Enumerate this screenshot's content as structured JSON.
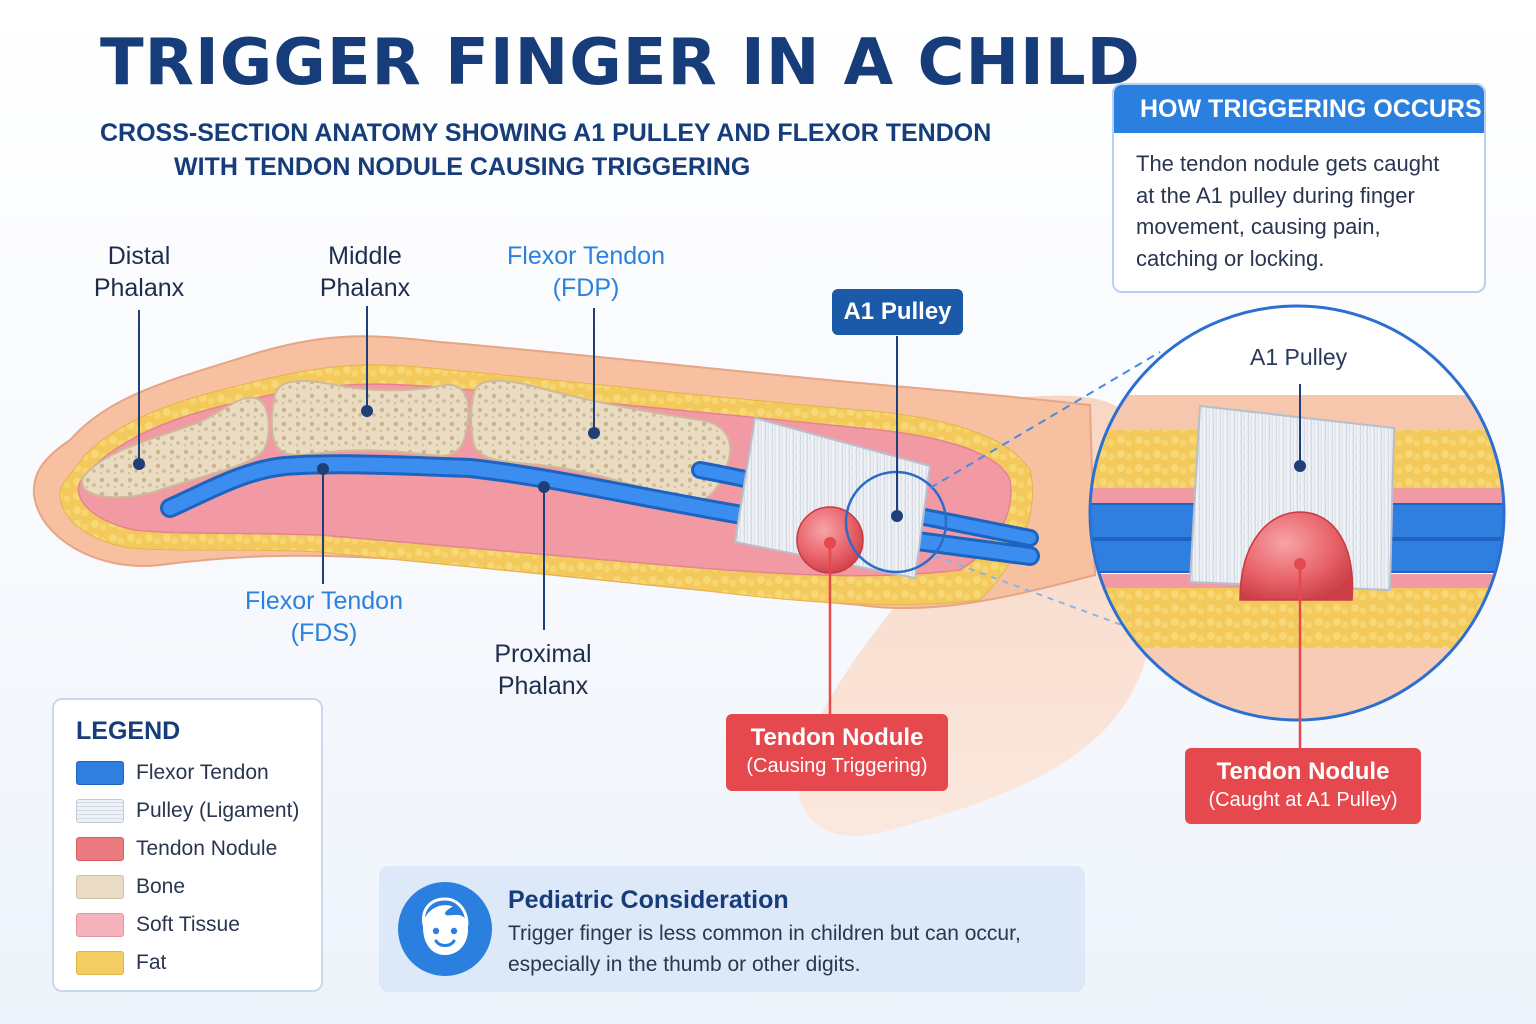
{
  "title": "TRIGGER FINGER IN A CHILD",
  "subtitle": {
    "line1": "CROSS-SECTION ANATOMY SHOWING A1 PULLEY AND FLEXOR TENDON",
    "line2": "WITH TENDON NODULE CAUSING TRIGGERING"
  },
  "labels": {
    "distal_phalanx": [
      "Distal",
      "Phalanx"
    ],
    "middle_phalanx": [
      "Middle",
      "Phalanx"
    ],
    "proximal_phalanx": [
      "Proximal",
      "Phalanx"
    ],
    "fdp": [
      "Flexor Tendon",
      "(FDP)"
    ],
    "fds": [
      "Flexor Tendon",
      "(FDS)"
    ],
    "a1_pulley": "A1 Pulley",
    "nodule": {
      "title": "Tendon Nodule",
      "sub": "(Causing Triggering)"
    },
    "zoom_a1": "A1 Pulley",
    "zoom_nodule": {
      "title": "Tendon Nodule",
      "sub": "(Caught at A1 Pulley)"
    }
  },
  "how_box": {
    "heading": "HOW TRIGGERING OCCURS",
    "lines": [
      "The tendon nodule gets caught",
      "at the A1 pulley during finger",
      "movement, causing pain,",
      "catching or locking."
    ]
  },
  "legend": {
    "title": "LEGEND",
    "items": [
      {
        "label": "Flexor Tendon",
        "color": "#2f7fe0"
      },
      {
        "label": "Pulley (Ligament)",
        "color": "#eef1f6"
      },
      {
        "label": "Tendon Nodule",
        "color": "#ec7b80"
      },
      {
        "label": "Bone",
        "color": "#eadcc4"
      },
      {
        "label": "Soft Tissue",
        "color": "#f5b3bb"
      },
      {
        "label": "Fat",
        "color": "#f4cd62"
      }
    ]
  },
  "pediatric": {
    "heading": "Pediatric Consideration",
    "lines": [
      "Trigger finger is less common in children but can occur,",
      "especially in the thumb or other digits."
    ],
    "icon": "child-face-icon"
  },
  "colors": {
    "title": "#163d7a",
    "accent_blue": "#2b7fde",
    "tendon": "#2f7fe0",
    "nodule": "#e5484d",
    "skin": "#f6c2a4",
    "fat": "#f4cd62",
    "bone": "#eadcc4",
    "soft_tissue": "#f2a5ad"
  }
}
